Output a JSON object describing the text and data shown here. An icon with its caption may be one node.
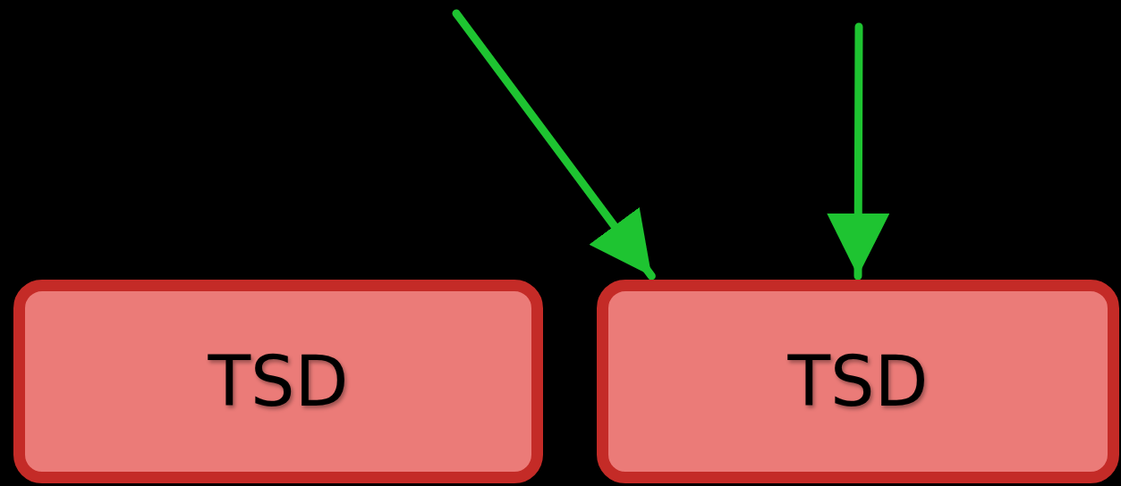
{
  "diagram": {
    "nodes": [
      {
        "text": [
          "TSD"
        ]
      },
      {
        "text": [
          "TSD"
        ]
      }
    ],
    "edges": [
      {
        "from": null,
        "to": 1,
        "arrow": "to"
      },
      {
        "from": null,
        "to": 1,
        "arrow": "to"
      }
    ]
  }
}
